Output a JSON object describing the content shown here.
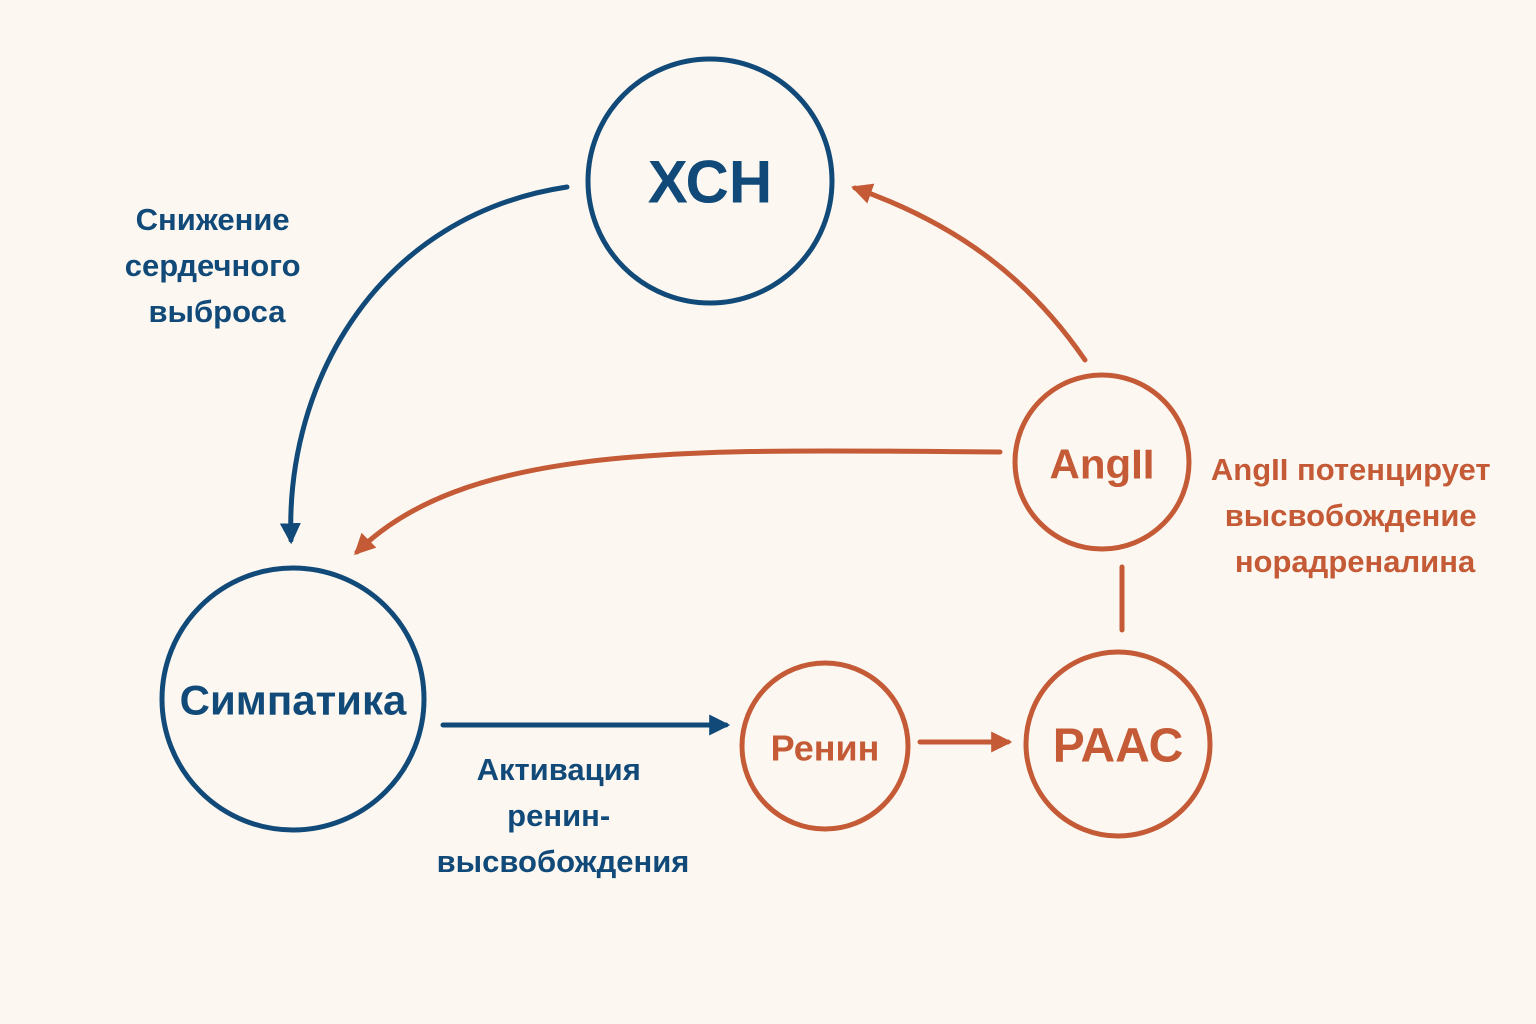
{
  "colors": {
    "background": "#fcf8f1",
    "blue": "#114a79",
    "orange": "#c45a36"
  },
  "nodes": {
    "chf": "ХСН",
    "sympathetic": "Симпатика",
    "renin": "Ренин",
    "raas": "РААС",
    "angii": "AngII"
  },
  "edge_labels": {
    "cardiac_output": [
      "Снижение",
      "сердечного",
      "выброса"
    ],
    "renin_release": [
      "Активация",
      "ренин-",
      "высвобождения"
    ],
    "angii_potentiates": [
      "AngII потенцирует",
      "высвобождение",
      "норадреналина"
    ]
  }
}
